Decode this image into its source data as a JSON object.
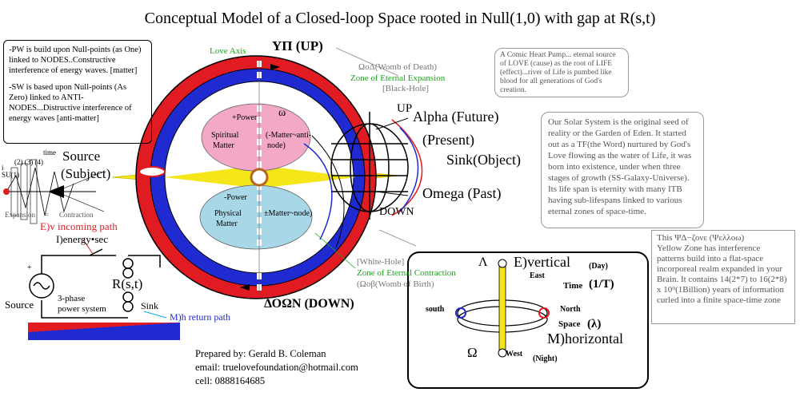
{
  "title": "Conceptual Model of  a Closed-loop Space rooted in Null(1,0) with gap at R(s,t)",
  "left_box": {
    "pw_text": "-PW is build upon Null-points (as One) linked to NODES..Constructive interference of energy waves. [matter]",
    "sw_text": "-SW is based upon Null-points (As Zero) linked to ANTI-NODES...Distructive interference of energy waves  [anti-matter]"
  },
  "love_axis": "Love Axis",
  "up_label": "ΥΠ (UP)",
  "down_label": "ΔΟΩΝ (DOWN)",
  "womb_death": "ΩοΔ(Womb of Death)",
  "zone_expansion": "Zone of Eternal Expansion",
  "black_hole": "[Black-Hole]",
  "white_hole": "[White-Hole]",
  "zone_contraction": "Zone of Eternal Contraction",
  "womb_birth": "(Ωοβ(Womb of Birth)",
  "spiritual": {
    "power": "+Power",
    "line1": "Spiritual",
    "line2": "Matter",
    "omega": "ω",
    "node": "(-Matter~anti-",
    "node2": "node)"
  },
  "physical": {
    "power": "-Power",
    "line1": "Physical",
    "line2": "Matter",
    "node": "±Matter~node)"
  },
  "right_labels": {
    "up": "UP",
    "alpha": "Alpha (Future)",
    "present": "(Present)",
    "sink_object": "Sink(Object)",
    "omega": "Omega (Past)",
    "down": "DOWN"
  },
  "source": {
    "line1": "Source",
    "line2": "(Subject)"
  },
  "waves": {
    "time": "time",
    "su": "SU(1)",
    "nums": "(2) (3) (4)",
    "i": "i",
    "expansion": "Expansion",
    "eq": "=",
    "contraction": "Contraction"
  },
  "circuit": {
    "incoming": "E)v incoming path",
    "energy": "I)energy",
    "dot": "•",
    "sec": "sec",
    "rst": "R(s,t)",
    "source": "Source",
    "system": "3-phase",
    "system2": "power system",
    "sink": "Sink",
    "return": "M)h return path",
    "plus": "+"
  },
  "heart_box": "A Comic Heart Pump... eternal source of LOVE (cause) as the  root of  LIFE (effect)...river of Life is pumbed like blood for all generations of God's creation.",
  "solar_box": "Our Solar System is the original seed of reality or the Garden of Eden. It started out as a TF(the Word) nurtured by God's Love flowing as the water of Life, it was born into existence, under when three stages of growth (SS-Galaxy-Universe). Its life span is eternity with many ITB having sub-lifespans linked to various eternal zones of space-time.",
  "yellow_box": {
    "head": "This ΨΔ−ζονε (Ψελλοω)",
    "body": "Yellow Zone has interference patterns build into a flat-space incorporeal realm expanded in your Brain. It contains 14(2*7) to 16(2*8) x 10⁹(1Billion) years of information curled into a finite space-time zone"
  },
  "compass": {
    "lambda_top": "Λ",
    "evertical": "E)vertical",
    "day": "(Day)",
    "east": "East",
    "time": "Time",
    "time_val": "(1/T)",
    "south": "south",
    "north": "North",
    "space": "Space",
    "space_val": "(λ)",
    "mhorizontal": "M)horizontal",
    "omega_bottom": "Ω",
    "west": "West",
    "night": "(Night)"
  },
  "credits": {
    "prepared": "Prepared by: Gerald B. Coleman",
    "email": "email: truelovefoundation@hotmail.com",
    "cell": "cell: 0888164685"
  },
  "colors": {
    "red": "#e11b22",
    "blue": "#1f2bd1",
    "pink": "#f3a8c8",
    "lightblue": "#a8d8e8",
    "yellow": "#f5e61a",
    "green": "#1aa61a"
  }
}
